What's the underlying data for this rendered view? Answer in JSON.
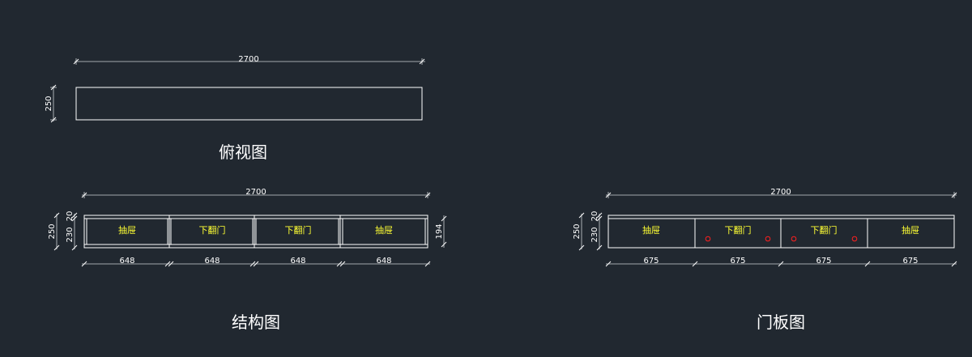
{
  "colors": {
    "background": "#212830",
    "line": "#ffffff",
    "drawer_label": "#ffff33",
    "handle": "#ff2020"
  },
  "top_view": {
    "width_dim": "2700",
    "depth_dim": "250",
    "title": "俯视图"
  },
  "structure_view": {
    "width_dim": "2700",
    "height_dim": "250",
    "inner_dim": "230",
    "top_dim": "20",
    "right_dim": "194",
    "title": "结构图",
    "bay_labels": [
      "抽屉",
      "下翻门",
      "下翻门",
      "抽屉"
    ],
    "bay_dims": [
      "648",
      "648",
      "648",
      "648"
    ]
  },
  "door_view": {
    "width_dim": "2700",
    "height_dim": "250",
    "inner_dim": "230",
    "top_dim": "20",
    "title": "门板图",
    "panel_labels": [
      "抽屉",
      "下翻门",
      "下翻门",
      "抽屉"
    ],
    "panel_dims": [
      "675",
      "675",
      "675",
      "675"
    ]
  }
}
